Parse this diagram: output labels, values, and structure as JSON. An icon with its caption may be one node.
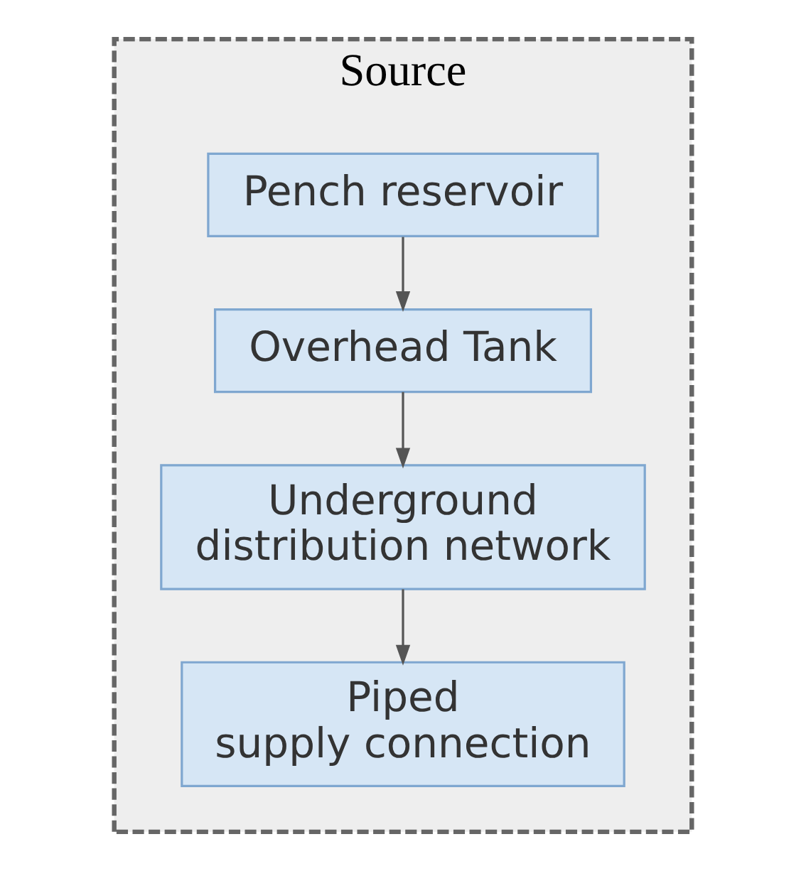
{
  "diagram": {
    "nodes": [
      {
        "text": [
          "Source"
        ]
      },
      {
        "text": [
          "Pench reservoir"
        ],
        "in": 0
      },
      {
        "text": [
          "Overhead Tank"
        ],
        "in": 0
      },
      {
        "text": [
          "Underground distribution network"
        ],
        "in": 0
      },
      {
        "text": [
          "Piped supply connection"
        ],
        "in": 0
      }
    ],
    "edges": [
      {
        "from": 1,
        "to": 2,
        "arrow": "to"
      },
      {
        "from": 2,
        "to": 3,
        "arrow": "to"
      },
      {
        "from": 3,
        "to": 4,
        "arrow": "to"
      }
    ]
  }
}
